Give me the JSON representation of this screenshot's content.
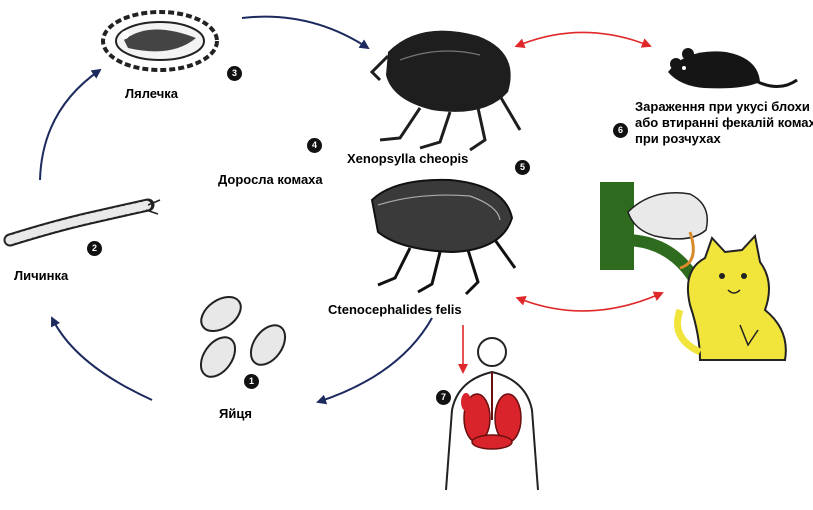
{
  "labels": {
    "pupa": "Лялечка",
    "larva": "Личинка",
    "eggs": "Яйця",
    "adult": "Доросла комаха",
    "species_1": "Xenopsylla cheopis",
    "species_2": "Ctenocephalides felis",
    "infection": "Зараження при укусі блохи або втиранні фекалій комахи при розчухах"
  },
  "steps": [
    "1",
    "2",
    "3",
    "4",
    "5",
    "6",
    "7"
  ],
  "colors": {
    "cycle_arrow": "#1c2a5e",
    "host_arrow": "#e0282a",
    "organs": "#d9242b",
    "cat": "#f1e43a",
    "branch": "#2f6b1e"
  }
}
